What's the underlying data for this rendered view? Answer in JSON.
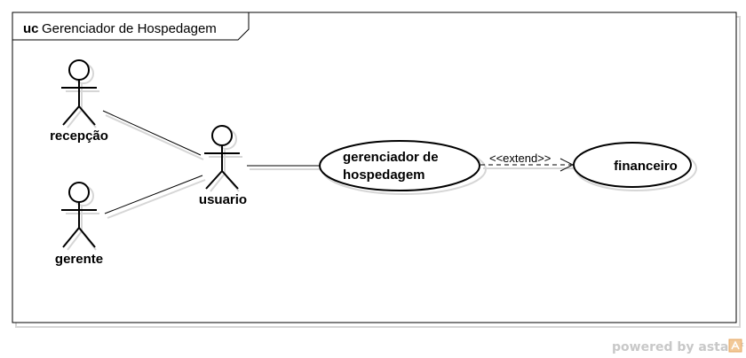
{
  "frame": {
    "keyword": "uc",
    "name": "Gerenciador de Hospedagem"
  },
  "actors": {
    "recepcao": {
      "label": "recepção"
    },
    "gerente": {
      "label": "gerente"
    },
    "usuario": {
      "label": "usuario"
    }
  },
  "use_cases": {
    "gerenciador": {
      "line1": "gerenciador de",
      "line2": "hospedagem"
    },
    "financeiro": {
      "label": "financeiro"
    }
  },
  "relations": {
    "extend_label": "<<extend>>"
  },
  "footer": {
    "powered": "powered by astah*"
  }
}
